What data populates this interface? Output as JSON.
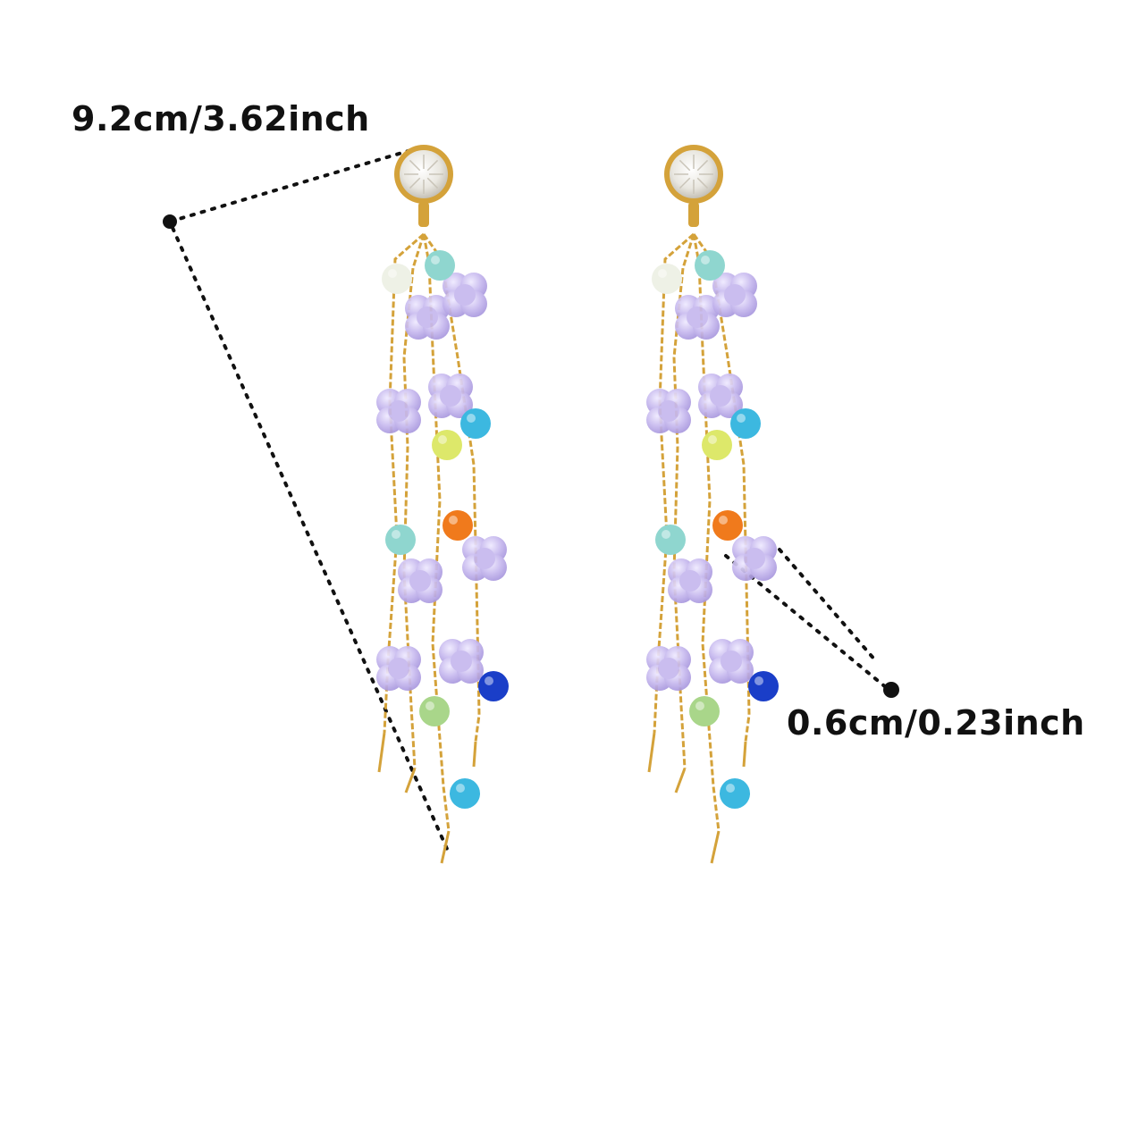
{
  "image": {
    "subject": "pair-of-beaded-tassel-drop-earrings",
    "colors": {
      "background": "#ffffff",
      "gold_chain": "#d4a23a",
      "crystal_stud": "#f2f0ea",
      "lavender_bead": "#c6b8ee",
      "aqua_bead": "#8fd6cf",
      "sky_bead": "#3cb8e0",
      "lime_bead": "#dde86a",
      "orange_bead": "#f07a1c",
      "cobalt_bead": "#1a3ec8",
      "green_bead": "#a9d68a",
      "pearl_bead": "#eef1e6",
      "dimension_line": "#111111"
    }
  },
  "annotations": {
    "length_label": "9.2cm/3.62inch",
    "bead_label": "0.6cm/0.23inch"
  }
}
